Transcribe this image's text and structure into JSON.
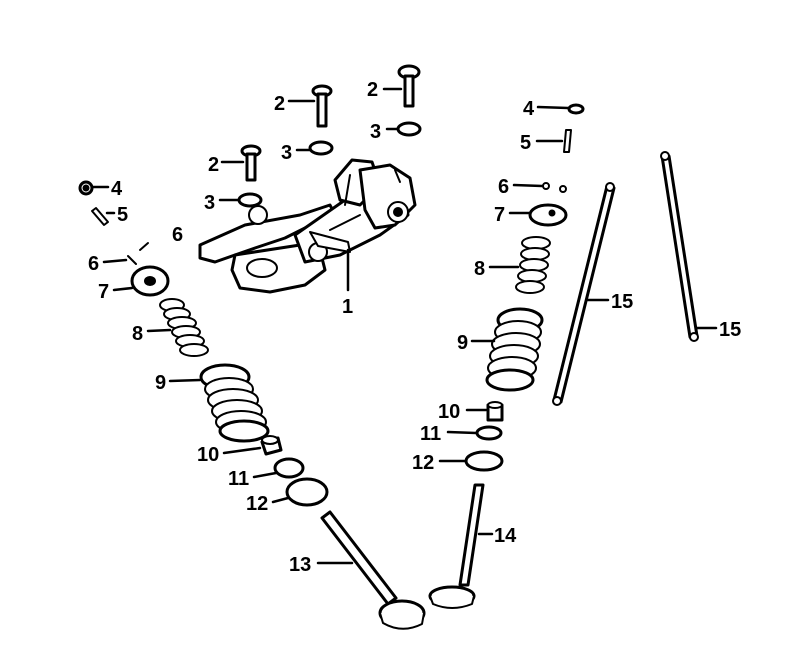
{
  "diagram": {
    "labels": {
      "arm_assembly": "1",
      "bolt": "2",
      "washer": "3",
      "cap": "4",
      "pin": "5",
      "keeper": "6",
      "retainer": "7",
      "inner_spring": "8",
      "outer_spring": "9",
      "stem_seal": "10",
      "inner_seat": "11",
      "outer_seat": "12",
      "left_valve": "13",
      "right_valve": "14",
      "push_rod": "15"
    }
  }
}
